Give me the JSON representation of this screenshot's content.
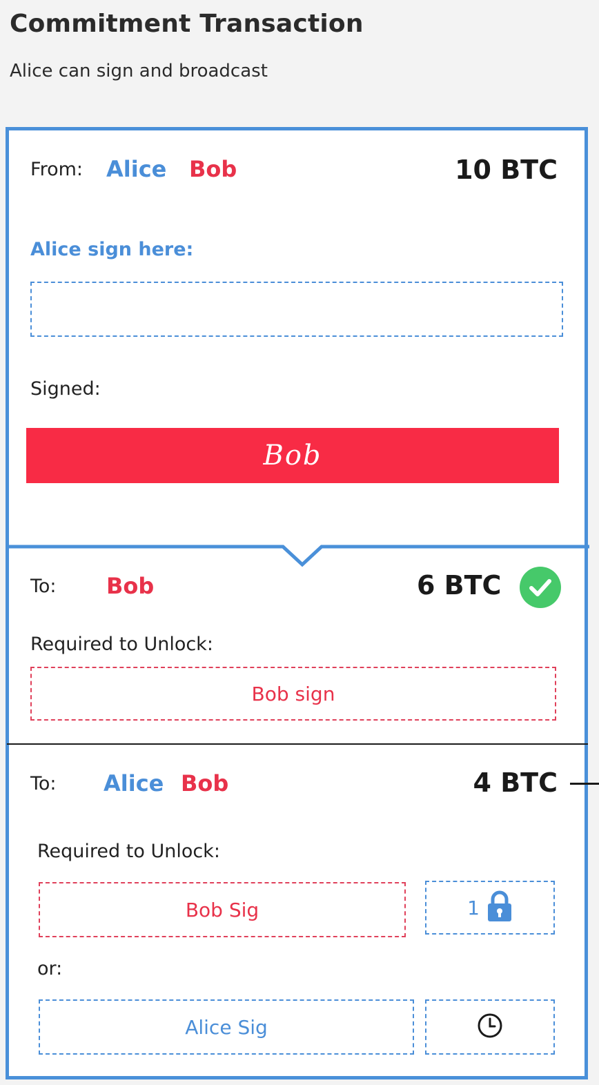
{
  "header": {
    "title": "Commitment Transaction",
    "subtitle": "Alice can sign and broadcast"
  },
  "input": {
    "from_label": "From:",
    "from_names": [
      "Alice",
      "Bob"
    ],
    "amount": "10 BTC",
    "alice_sign_label": "Alice sign here:",
    "alice_sign_value": "",
    "signed_label": "Signed:",
    "signed_signature": "Bob"
  },
  "output1": {
    "to_label": "To:",
    "to_name": "Bob",
    "amount": "6 BTC",
    "required_label": "Required to Unlock:",
    "condition": "Bob sign"
  },
  "output2": {
    "to_label": "To:",
    "to_names": [
      "Alice",
      "Bob"
    ],
    "amount": "4 BTC",
    "required_label": "Required to Unlock:",
    "option1_sig": "Bob Sig",
    "option1_lock_count": "1",
    "or_label": "or:",
    "option2_sig": "Alice Sig"
  },
  "colors": {
    "alice": "#4a8ed8",
    "bob": "#e8324a",
    "signed_bar": "#f82b45",
    "confirmed": "#46c96a",
    "border": "#4a90d9"
  }
}
